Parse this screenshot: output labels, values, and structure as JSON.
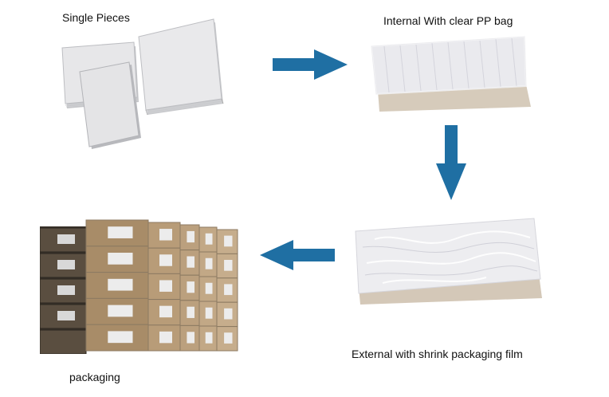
{
  "steps": {
    "single": {
      "label": "Single Pieces"
    },
    "internal": {
      "label": "Internal With clear PP bag"
    },
    "external": {
      "label": "External with shrink packaging film"
    },
    "packaging": {
      "label": "packaging"
    }
  },
  "icons": {
    "arrow_1": "arrow-right-icon",
    "arrow_2": "arrow-down-icon",
    "arrow_3": "arrow-left-icon"
  },
  "colors": {
    "arrow": "#1f6fa3",
    "carton": "#d9cdbc",
    "card": "#e6e6e8"
  }
}
